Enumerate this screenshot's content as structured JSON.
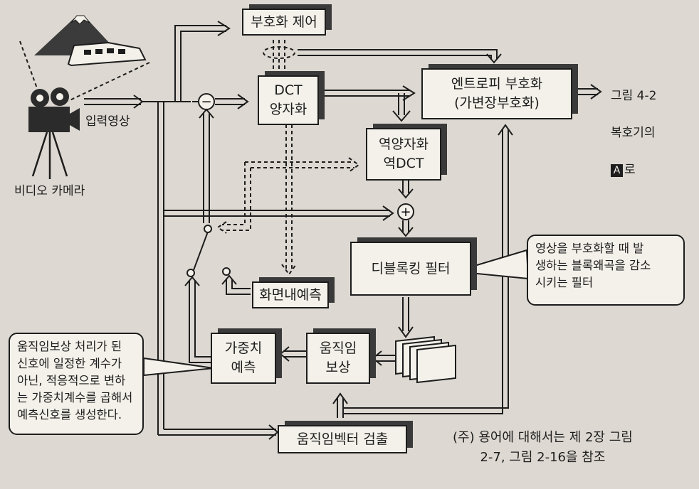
{
  "boxes": {
    "coding_control": "부호화 제어",
    "dct_quant": "DCT\n양자화",
    "entropy": "엔트로피 부호화\n(가변장부호화)",
    "inv_quant": "역양자화\n역DCT",
    "deblock": "디블록킹 필터",
    "intra_pred": "화면내예측",
    "weighted_pred": "가중치\n예측",
    "motion_comp": "움직임\n보상",
    "motion_vector": "움직임벡터 검출"
  },
  "labels": {
    "camera": "비디오 카메라",
    "input": "입력영상",
    "output_line1": "그림 4-2",
    "output_line2": "복호기의",
    "output_badge": "A",
    "output_suffix": "로"
  },
  "callouts": {
    "deblock_note": "영상을 부호화할 때 발\n생하는 블록왜곡을 감소\n시키는 필터",
    "weighted_note": "움직임보상 처리가 된\n신호에 일정한 계수가\n아닌, 적응적으로 변하\n는 가중치계수를 곱해서\n예측신호를 생성한다."
  },
  "footnote": "(주) 용어에 대해서는 제 2장 그림\n2-7, 그림 2-16을 참조",
  "symbols": {
    "subtract": "−",
    "add": "+"
  },
  "colors": {
    "paper": "#ddd9d2",
    "box_fill": "#f4f1ea",
    "ink": "#1d1d1d"
  },
  "icons": [
    "mountain-icon",
    "train-icon",
    "video-camera-icon",
    "frame-stack-icon"
  ]
}
